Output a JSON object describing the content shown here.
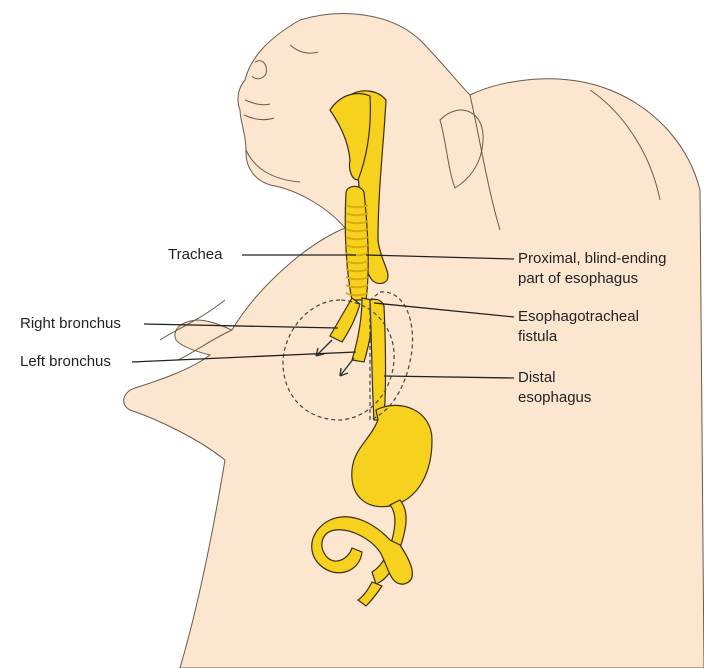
{
  "colors": {
    "skin": "#fce6cf",
    "skin_outline": "#6b5a4a",
    "organ_fill": "#f6d21e",
    "organ_shade": "#d9ab0c",
    "organ_outline": "#3a2e10",
    "leader_line": "#222222",
    "text": "#222222"
  },
  "labels": {
    "trachea": "Trachea",
    "right_bronchus": "Right bronchus",
    "left_bronchus": "Left bronchus",
    "proximal_esophagus": [
      "Proximal, blind-ending",
      "part of esophagus"
    ],
    "fistula": [
      "Esophagotracheal",
      "fistula"
    ],
    "distal_esophagus": [
      "Distal",
      "esophagus"
    ]
  }
}
